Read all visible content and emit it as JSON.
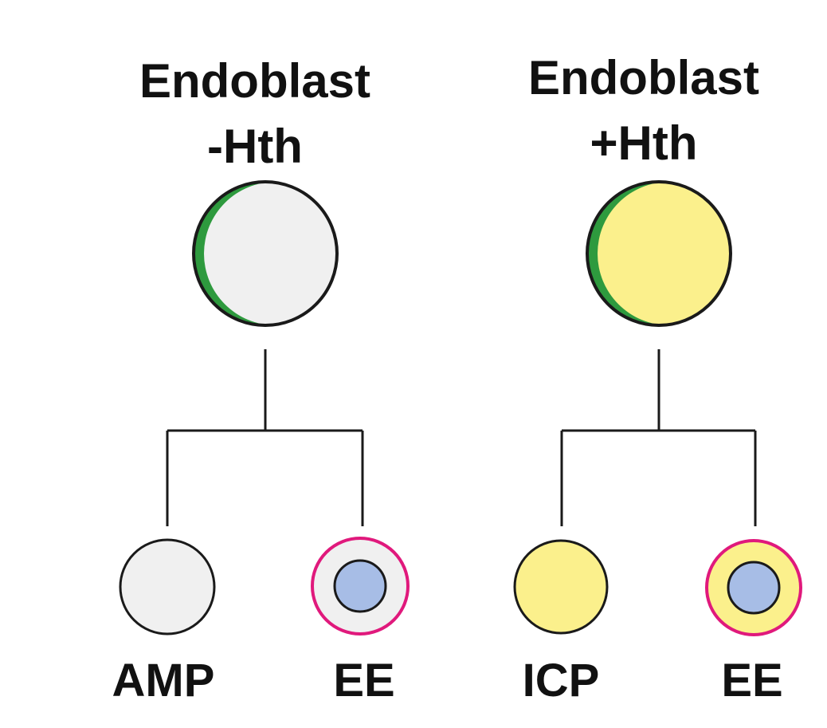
{
  "lineages": [
    {
      "heading_line1": "Endoblast",
      "heading_line2": "-Hth",
      "parent_fill": "#f0f0f0",
      "children": [
        {
          "label": "AMP",
          "kind": "plain",
          "fill": "#f0f0f0"
        },
        {
          "label": "EE",
          "kind": "ee",
          "fill": "#f0f0f0"
        }
      ]
    },
    {
      "heading_line1": "Endoblast",
      "heading_line2": "+Hth",
      "parent_fill": "#fbf08c",
      "children": [
        {
          "label": "ICP",
          "kind": "plain",
          "fill": "#fbf08c"
        },
        {
          "label": "EE",
          "kind": "ee",
          "fill": "#fbf08c"
        }
      ]
    }
  ],
  "colors": {
    "crescent_left": "#2e9a3e",
    "crescent_right_outer": "#e0197c",
    "crescent_right_inner": "#a9c3e6",
    "ee_nucleus": "#a7bde6",
    "ee_ring": "#e0197c",
    "outline": "#1a1a1a"
  }
}
